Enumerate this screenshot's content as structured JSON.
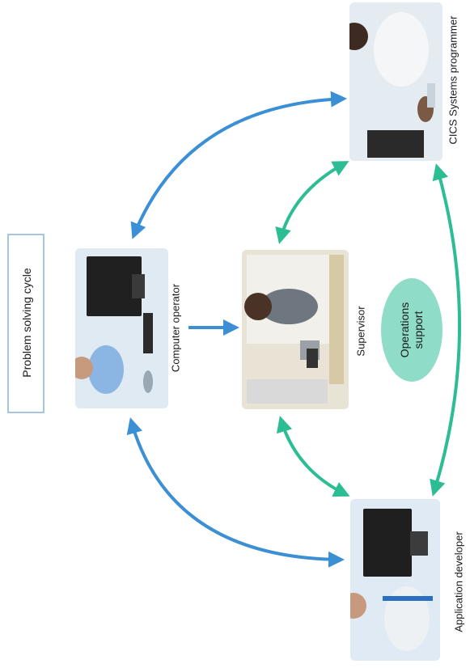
{
  "title": "Problem solving cycle",
  "roles": {
    "computer_operator": "Computer operator",
    "supervisor": "Supervisor",
    "application_developer": "Application developer",
    "cics_programmer": "CICS Systems programmer"
  },
  "ops_support": {
    "line1": "Operations",
    "line2": "support"
  },
  "colors": {
    "blue_arrow": "#3b8fd4",
    "green_arrow": "#2dbd95",
    "ops_fill": "#8fdcc8",
    "title_border": "#aac4e4"
  }
}
